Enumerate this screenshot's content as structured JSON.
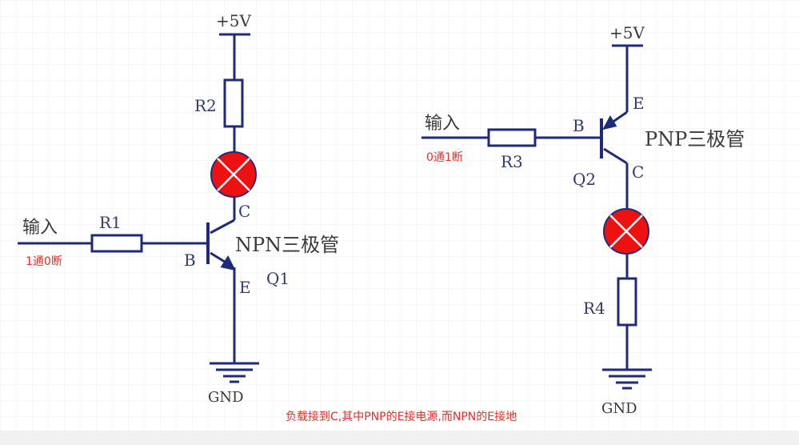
{
  "npn_circuit": {
    "vcc_label": "+5V",
    "r2_label": "R2",
    "r1_label": "R1",
    "input_label": "输入",
    "input_note": "1通0断",
    "base_label": "B",
    "collector_label": "C",
    "emitter_label": "E",
    "transistor_name": "NPN三极管",
    "transistor_ref": "Q1",
    "gnd_label": "GND"
  },
  "pnp_circuit": {
    "vcc_label": "+5V",
    "r3_label": "R3",
    "r4_label": "R4",
    "input_label": "输入",
    "input_note": "0通1断",
    "base_label": "B",
    "collector_label": "C",
    "emitter_label": "E",
    "transistor_name": "PNP三极管",
    "transistor_ref": "Q2",
    "gnd_label": "GND"
  },
  "footer_note": "负载接到C,其中PNP的E接电源,而NPN的E接地",
  "colors": {
    "wire": "#1f2a7a",
    "component": "#1f2a7a",
    "lamp_fill": "#ee1111",
    "note_red": "#e8302a",
    "grid": "#ececec"
  }
}
